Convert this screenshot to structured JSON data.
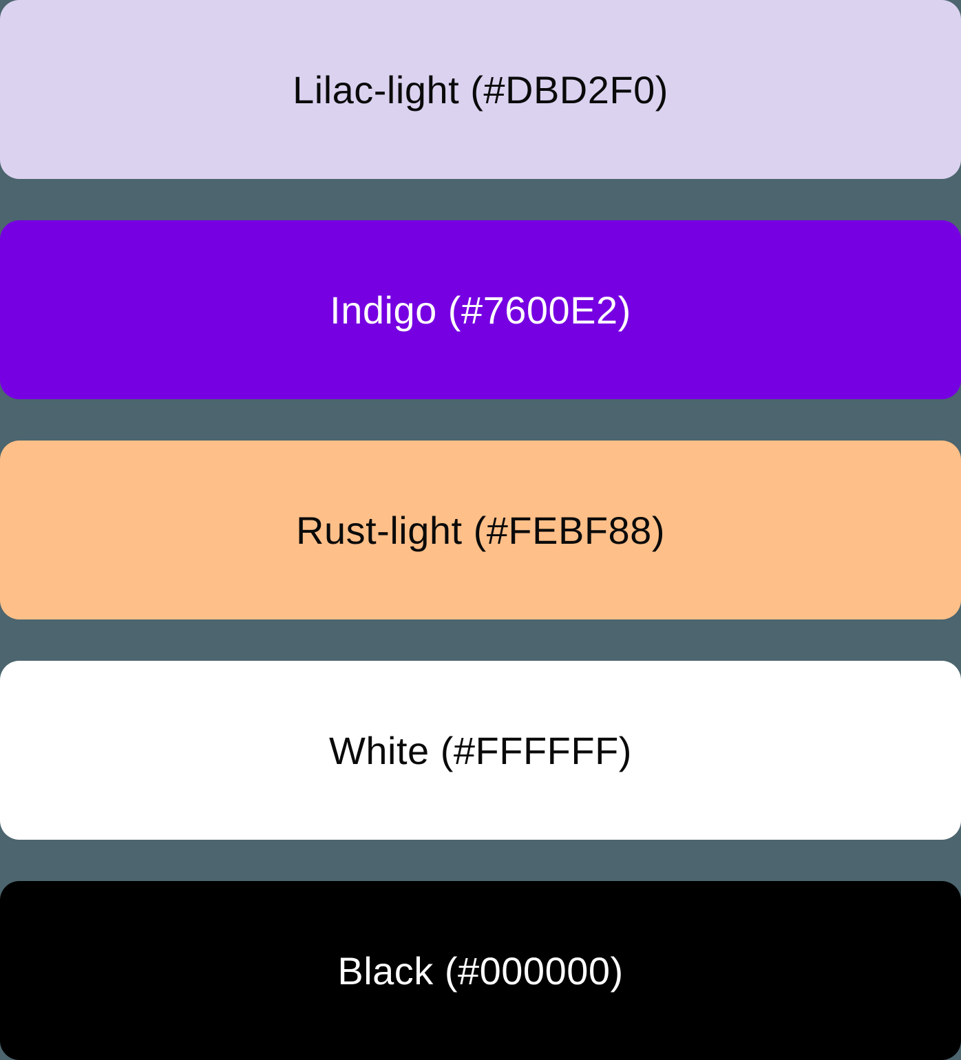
{
  "page": {
    "background_color": "#4C656E"
  },
  "palette": {
    "swatches": [
      {
        "name": "Lilac-light",
        "hex": "#DBD2F0",
        "label": "Lilac-light (#DBD2F0)",
        "bg": "#DBD2F0",
        "text_color": "#0A0A0A"
      },
      {
        "name": "Indigo",
        "hex": "#7600E2",
        "label": "Indigo (#7600E2)",
        "bg": "#7600E2",
        "text_color": "#FFFFFF"
      },
      {
        "name": "Rust-light",
        "hex": "#FEBF88",
        "label": "Rust-light (#FEBF88)",
        "bg": "#FEBF88",
        "text_color": "#0A0A0A"
      },
      {
        "name": "White",
        "hex": "#FFFFFF",
        "label": "White (#FFFFFF)",
        "bg": "#FFFFFF",
        "text_color": "#0A0A0A"
      },
      {
        "name": "Black",
        "hex": "#000000",
        "label": "Black (#000000)",
        "bg": "#000000",
        "text_color": "#FFFFFF"
      }
    ]
  }
}
